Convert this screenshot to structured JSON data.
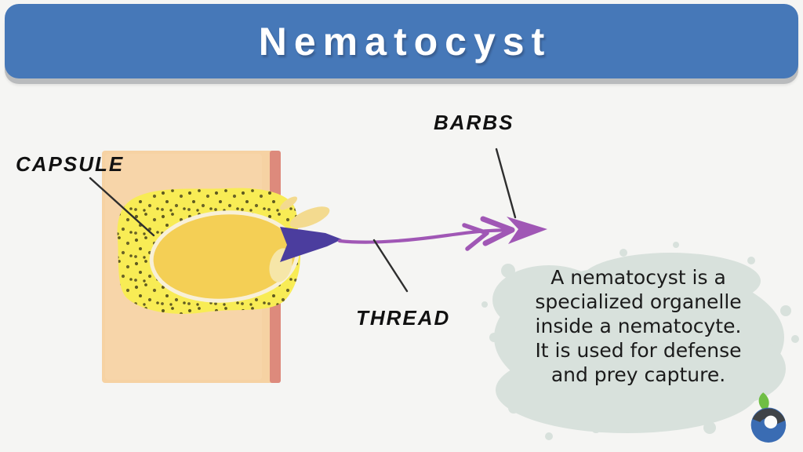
{
  "header": {
    "title": "Nematocyst"
  },
  "labels": {
    "capsule": "CAPSULE",
    "barbs": "BARBS",
    "thread": "THREAD"
  },
  "definition": {
    "text": "A nematocyst is a\nspecialized organelle\ninside a nematocyte.\nIt is used for defense\nand prey capture."
  },
  "logo": {
    "name": "biology-online-logo"
  },
  "colors": {
    "page_bg": "#f5f5f3",
    "header_bg": "#4678b8",
    "header_shadow": "#b9bbbd",
    "title_text": "#ffffff",
    "label_text": "#111111",
    "tissue": "#f6d2a3",
    "tissue_edge": "#dd8a7c",
    "capsule_outer": "#f8ec55",
    "capsule_dot": "#5f5a20",
    "capsule_inner": "#f4cf55",
    "capsule_rim": "#f8f0d8",
    "dart": "#4b3d9e",
    "thread": "#a057b5",
    "leader_line": "#2e2e2e",
    "note_bg": "#d8e1dc",
    "note_text": "#1b1b1b",
    "logo_blue": "#3a6cb3",
    "logo_dark": "#3f4347",
    "logo_green": "#6fbe44"
  }
}
